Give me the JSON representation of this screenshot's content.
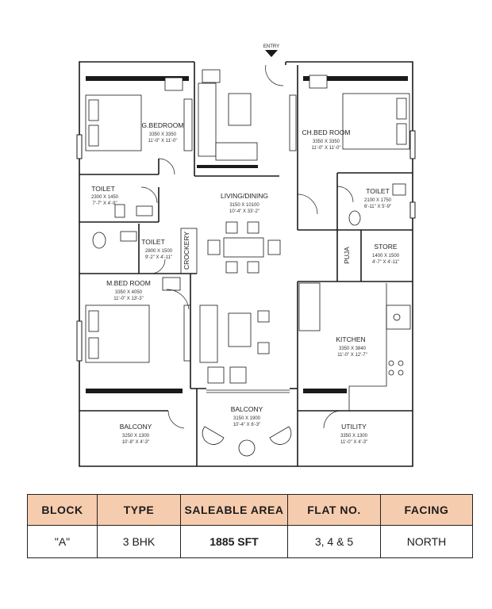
{
  "entry_label": "ENTRY",
  "rooms": {
    "gbed": {
      "name": "G.BEDROOM",
      "dim_mm": "3350  X  3350",
      "dim_ft": "11'-0\"  X  11'-0\""
    },
    "chbed": {
      "name": "CH.BED ROOM",
      "dim_mm": "3350  X  3350",
      "dim_ft": "11'-0\"  X  11'-0\""
    },
    "living": {
      "name": "LIVING/DINING",
      "dim_mm": "3150  X  10100",
      "dim_ft": "10'-4\"  X  33'-2\""
    },
    "toilet1": {
      "name": "TOILET",
      "dim_mm": "2300  X  1450",
      "dim_ft": "7'-7\"  X  4'-9\""
    },
    "toilet2": {
      "name": "TOILET",
      "dim_mm": "2100  X  1750",
      "dim_ft": "6'-11\"  X  5'-9\""
    },
    "toilet3": {
      "name": "TOILET",
      "dim_mm": "2800  X  1500",
      "dim_ft": "9'-2\"  X  4'-11\""
    },
    "crockery": {
      "name": "CROCKERY"
    },
    "puja": {
      "name": "PUJA"
    },
    "store": {
      "name": "STORE",
      "dim_mm": "1400  X  1500",
      "dim_ft": "4'-7\"  X  4'-11\""
    },
    "mbed": {
      "name": "M.BED ROOM",
      "dim_mm": "3350  X  4050",
      "dim_ft": "11'-0\"  X  13'-3\""
    },
    "kitchen": {
      "name": "KITCHEN",
      "dim_mm": "3350  X  3840",
      "dim_ft": "11'-0\"  X  12'-7\""
    },
    "balcony1": {
      "name": "BALCONY",
      "dim_mm": "3250  X  1300",
      "dim_ft": "10'-8\"  X  4'-3\""
    },
    "balcony2": {
      "name": "BALCONY",
      "dim_mm": "3150  X  1900",
      "dim_ft": "10'-4\"  X  6'-3\""
    },
    "utility": {
      "name": "UTILITY",
      "dim_mm": "3350  X  1300",
      "dim_ft": "11'-0\"  X  4'-3\""
    }
  },
  "table": {
    "headers": [
      "BLOCK",
      "TYPE",
      "SALEABLE AREA",
      "FLAT NO.",
      "FACING"
    ],
    "row": [
      "\"A\"",
      "3 BHK",
      "1885 SFT",
      "3, 4 & 5",
      "NORTH"
    ]
  }
}
